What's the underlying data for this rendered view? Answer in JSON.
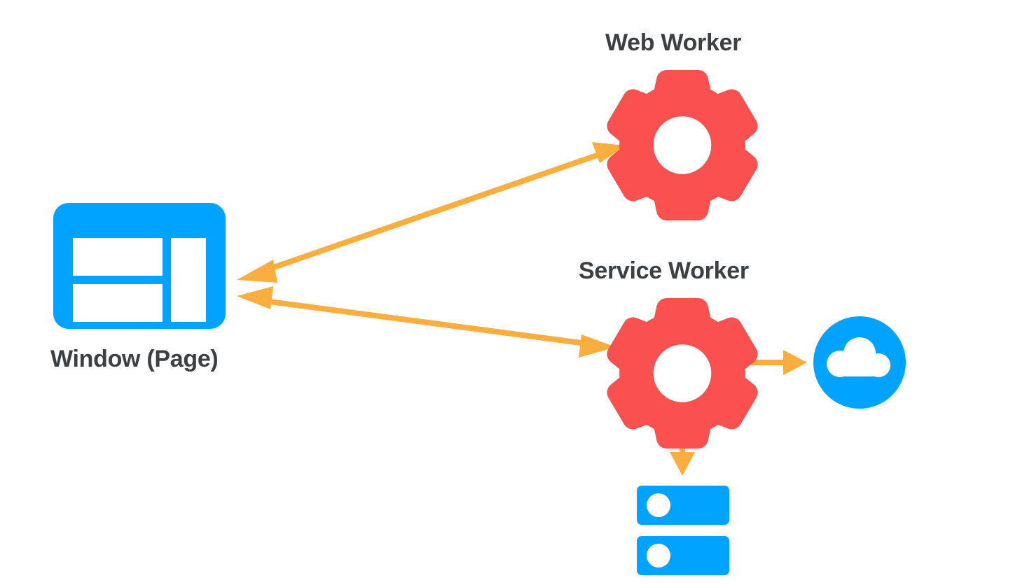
{
  "diagram": {
    "title": "Web Worker and Service Worker architecture",
    "background_color": "#FFFFFF",
    "palette": {
      "blue": "#00A3FF",
      "red": "#FA5050",
      "orange": "#FBAE40",
      "text": "#3C4043",
      "white": "#FFFFFF"
    },
    "nodes": [
      {
        "id": "window",
        "label": "Window (Page)",
        "icon": "window-icon",
        "color": "#00A3FF",
        "label_position": "below"
      },
      {
        "id": "web-worker",
        "label": "Web Worker",
        "icon": "gear-icon",
        "color": "#FA5050",
        "label_position": "above"
      },
      {
        "id": "service-worker",
        "label": "Service Worker",
        "icon": "gear-icon",
        "color": "#FA5050",
        "label_position": "above"
      },
      {
        "id": "cloud",
        "label": "",
        "icon": "cloud-icon",
        "color": "#00A3FF",
        "label_position": "none"
      },
      {
        "id": "database",
        "label": "",
        "icon": "database-icon",
        "color": "#00A3FF",
        "label_position": "none"
      }
    ],
    "edges": [
      {
        "id": "window-web-worker",
        "from": "window",
        "to": "web-worker",
        "direction": "bidirectional",
        "color": "#FBAE40"
      },
      {
        "id": "window-service-worker",
        "from": "window",
        "to": "service-worker",
        "direction": "bidirectional",
        "color": "#FBAE40"
      },
      {
        "id": "service-worker-cloud",
        "from": "service-worker",
        "to": "cloud",
        "direction": "forward",
        "color": "#FBAE40"
      },
      {
        "id": "service-worker-database",
        "from": "service-worker",
        "to": "database",
        "direction": "forward",
        "color": "#FBAE40"
      }
    ]
  },
  "labels": {
    "web_worker": "Web Worker",
    "service_worker": "Service Worker",
    "window_page": "Window (Page)"
  }
}
